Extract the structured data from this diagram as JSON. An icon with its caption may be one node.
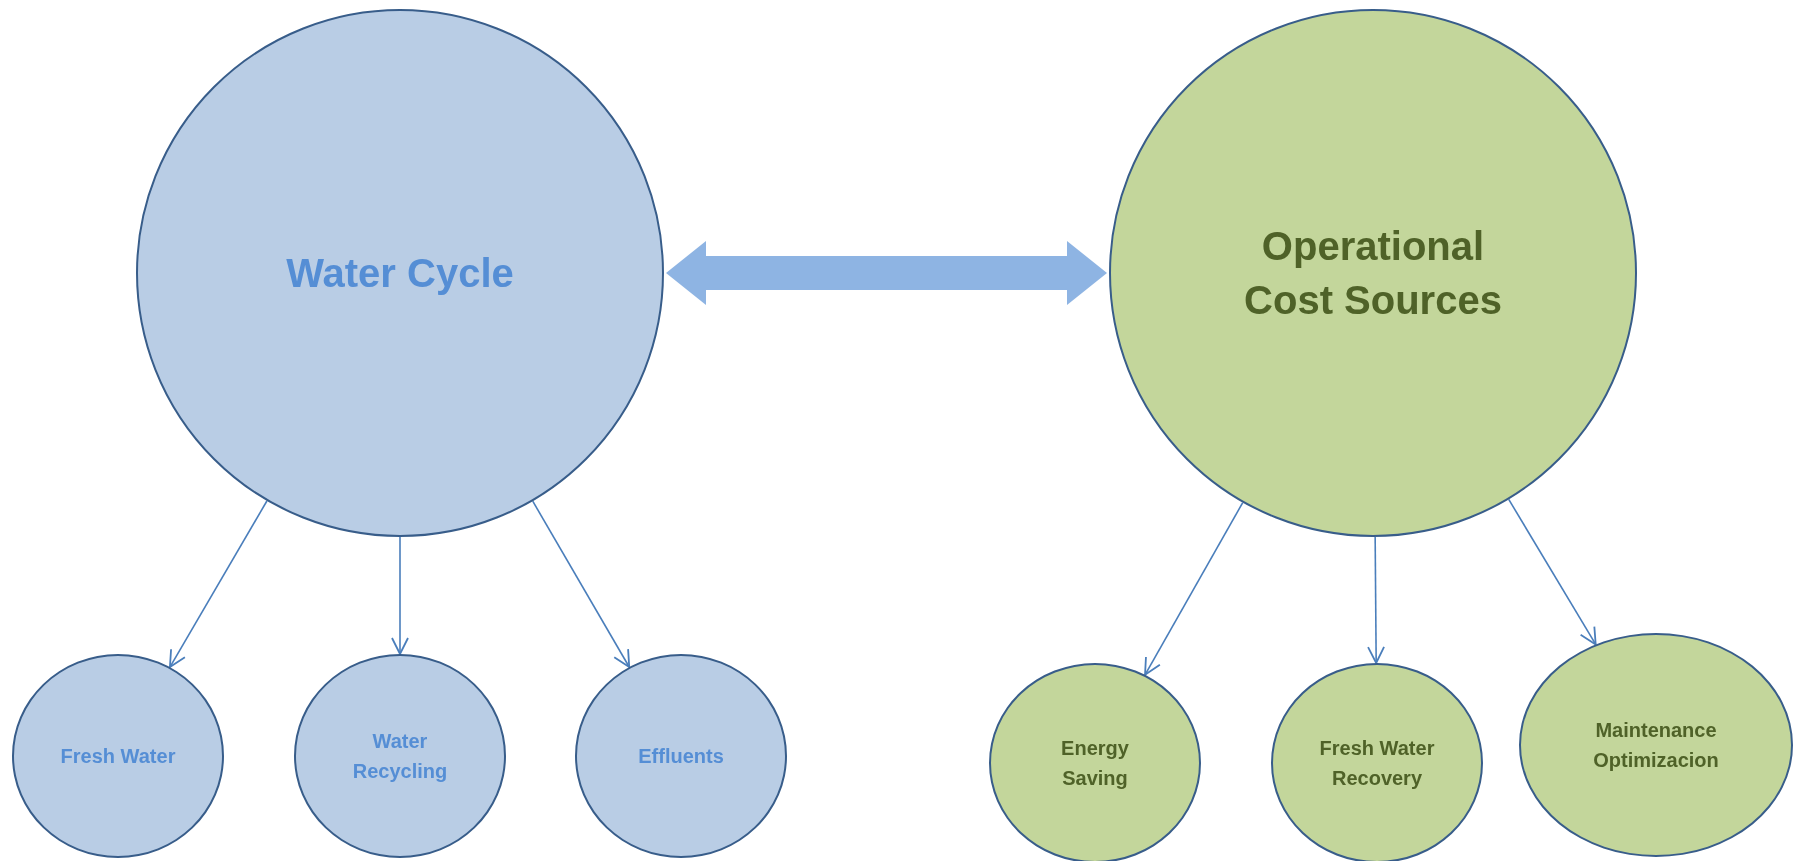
{
  "diagram": {
    "nodes": [
      {
        "text": [
          "Water Cycle"
        ]
      },
      {
        "text": [
          "Operational Cost Sources"
        ]
      },
      {
        "text": [
          "Fresh Water"
        ]
      },
      {
        "text": [
          "Water Recycling"
        ]
      },
      {
        "text": [
          "Effluents"
        ]
      },
      {
        "text": [
          "Energy Saving"
        ]
      },
      {
        "text": [
          "Fresh Water Recovery"
        ]
      },
      {
        "text": [
          "Maintenance Optimizacion"
        ]
      }
    ],
    "edges": [
      {
        "from": 0,
        "to": 1,
        "arrow": "both",
        "style": "thick",
        "color": "#8eb4e3"
      },
      {
        "from": 0,
        "to": 2,
        "arrow": "to"
      },
      {
        "from": 0,
        "to": 3,
        "arrow": "to"
      },
      {
        "from": 0,
        "to": 4,
        "arrow": "to"
      },
      {
        "from": 1,
        "to": 5,
        "arrow": "to"
      },
      {
        "from": 1,
        "to": 6,
        "arrow": "to"
      },
      {
        "from": 1,
        "to": 7,
        "arrow": "to"
      }
    ]
  }
}
